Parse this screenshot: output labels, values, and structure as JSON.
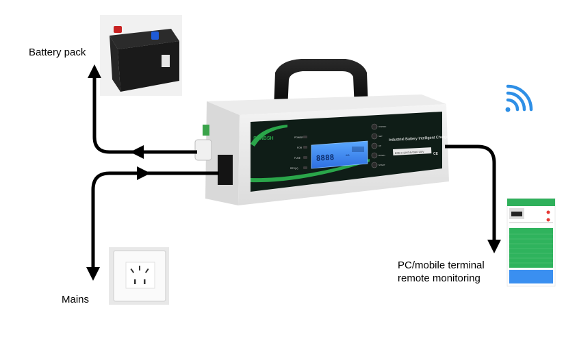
{
  "labels": {
    "battery": "Battery pack",
    "mains": "Mains",
    "pc_line1": "PC/mobile terminal",
    "pc_line2": "remote monitoring"
  },
  "charger": {
    "brand": "SUNBSH",
    "product_title": "Industrial Battery Intelligent Charger",
    "display_digits": "8888",
    "model": "BSM-A 12V/24V/36V-120V",
    "mark": "CE",
    "indicators": [
      "POWER",
      "FOR",
      "FUSE",
      "REV(V)",
      "A/B"
    ],
    "buttons": [
      "ON/OFF",
      "SET",
      "UP",
      "DOWN",
      "START"
    ]
  },
  "colors": {
    "arrow": "#000000",
    "panel": "#0f1d17",
    "accent_green": "#2aa64a",
    "lcd": "#3f8fff",
    "wifi": "#2e8fe6",
    "phone_header": "#2fb05b",
    "phone_body": "#2fb35d",
    "phone_footer": "#3a8ff0"
  },
  "icons": {
    "wifi": "wifi-icon",
    "battery": "battery-icon",
    "socket": "power-socket-icon",
    "phone": "mobile-phone-icon"
  }
}
